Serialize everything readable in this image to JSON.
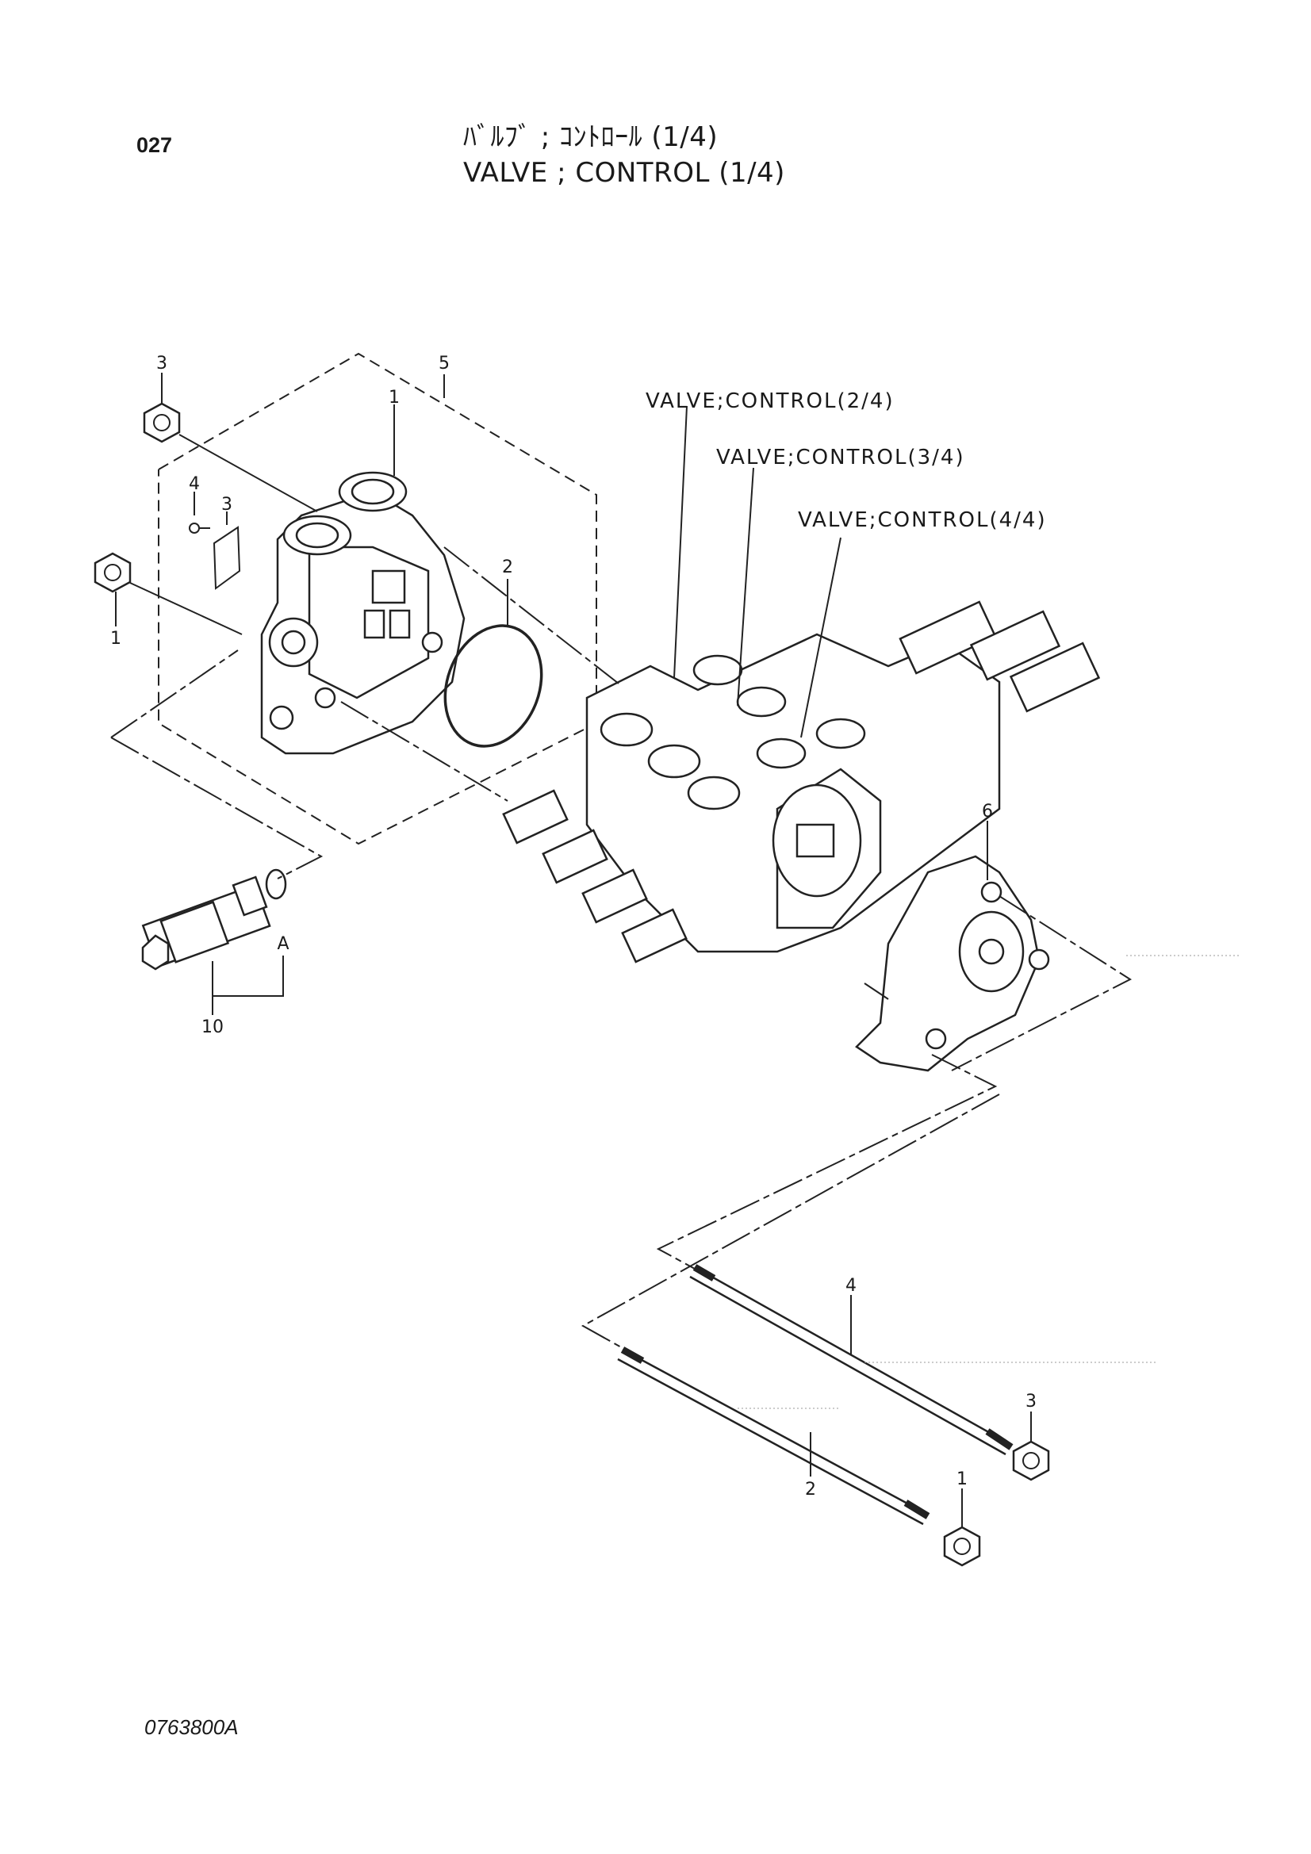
{
  "header": {
    "page_number": "027",
    "title_jp": "ﾊﾞﾙﾌﾞ ; ｺﾝﾄﾛｰﾙ (1/4)",
    "title_en": "VALVE ; CONTROL (1/4)"
  },
  "references": [
    {
      "label": "VALVE;CONTROL(2/4)"
    },
    {
      "label": "VALVE;CONTROL(3/4)"
    },
    {
      "label": "VALVE;CONTROL(4/4)"
    }
  ],
  "callouts": [
    {
      "label": "3"
    },
    {
      "label": "5"
    },
    {
      "label": "1"
    },
    {
      "label": "4"
    },
    {
      "label": "3"
    },
    {
      "label": "1"
    },
    {
      "label": "2"
    },
    {
      "label": "6"
    },
    {
      "label": "A"
    },
    {
      "label": "10"
    },
    {
      "label": "4"
    },
    {
      "label": "3"
    },
    {
      "label": "1"
    },
    {
      "label": "2"
    }
  ],
  "footer": {
    "drawing_id": "0763800A"
  }
}
